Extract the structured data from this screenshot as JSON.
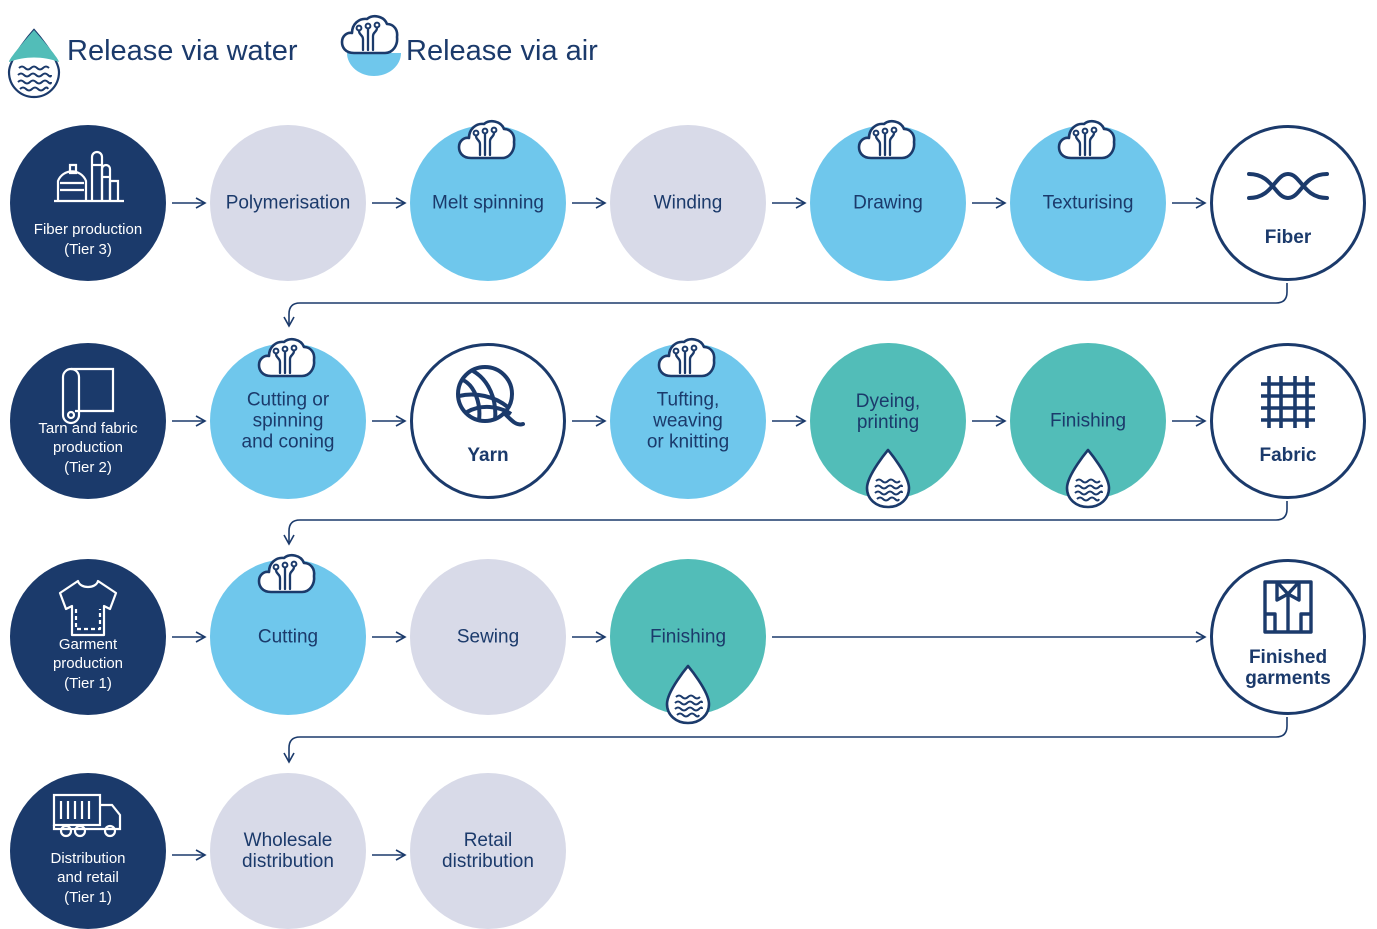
{
  "legend": {
    "water": {
      "label": "Release via water",
      "icon": "water-drop-icon"
    },
    "air": {
      "label": "Release via air",
      "icon": "air-cloud-icon"
    }
  },
  "colors": {
    "navy": "#1b3a6b",
    "process_grey": "#d8dae8",
    "air_blue": "#6fc7ec",
    "water_teal": "#52bdb8"
  },
  "rows": [
    {
      "tier": {
        "label": "Fiber production\n(Tier 3)",
        "icon": "factory-icon"
      },
      "steps": [
        {
          "label": "Polymerisation",
          "kind": "process"
        },
        {
          "label": "Melt spinning",
          "kind": "air"
        },
        {
          "label": "Winding",
          "kind": "process"
        },
        {
          "label": "Drawing",
          "kind": "air"
        },
        {
          "label": "Texturising",
          "kind": "air"
        }
      ],
      "output": {
        "label": "Fiber",
        "icon": "fiber-icon"
      }
    },
    {
      "tier": {
        "label": "Tarn and fabric\nproduction\n(Tier 2)",
        "icon": "fabric-roll-icon"
      },
      "steps": [
        {
          "label": "Cutting or\nspinning\nand coning",
          "kind": "air"
        },
        {
          "label": "Yarn",
          "kind": "output",
          "icon": "yarn-ball-icon"
        },
        {
          "label": "Tufting,\nweaving\nor knitting",
          "kind": "air"
        },
        {
          "label": "Dyeing,\nprinting",
          "kind": "water"
        },
        {
          "label": "Finishing",
          "kind": "water"
        }
      ],
      "output": {
        "label": "Fabric",
        "icon": "woven-fabric-icon"
      }
    },
    {
      "tier": {
        "label": "Garment\nproduction\n(Tier 1)",
        "icon": "t-shirt-icon"
      },
      "steps": [
        {
          "label": "Cutting",
          "kind": "air"
        },
        {
          "label": "Sewing",
          "kind": "process"
        },
        {
          "label": "Finishing",
          "kind": "water"
        }
      ],
      "output": {
        "label": "Finished\ngarments",
        "icon": "folded-shirt-icon"
      }
    },
    {
      "tier": {
        "label": "Distribution\nand retail\n(Tier 1)",
        "icon": "truck-icon"
      },
      "steps": [
        {
          "label": "Wholesale\ndistribution",
          "kind": "process"
        },
        {
          "label": "Retail\ndistribution",
          "kind": "process"
        }
      ]
    }
  ]
}
